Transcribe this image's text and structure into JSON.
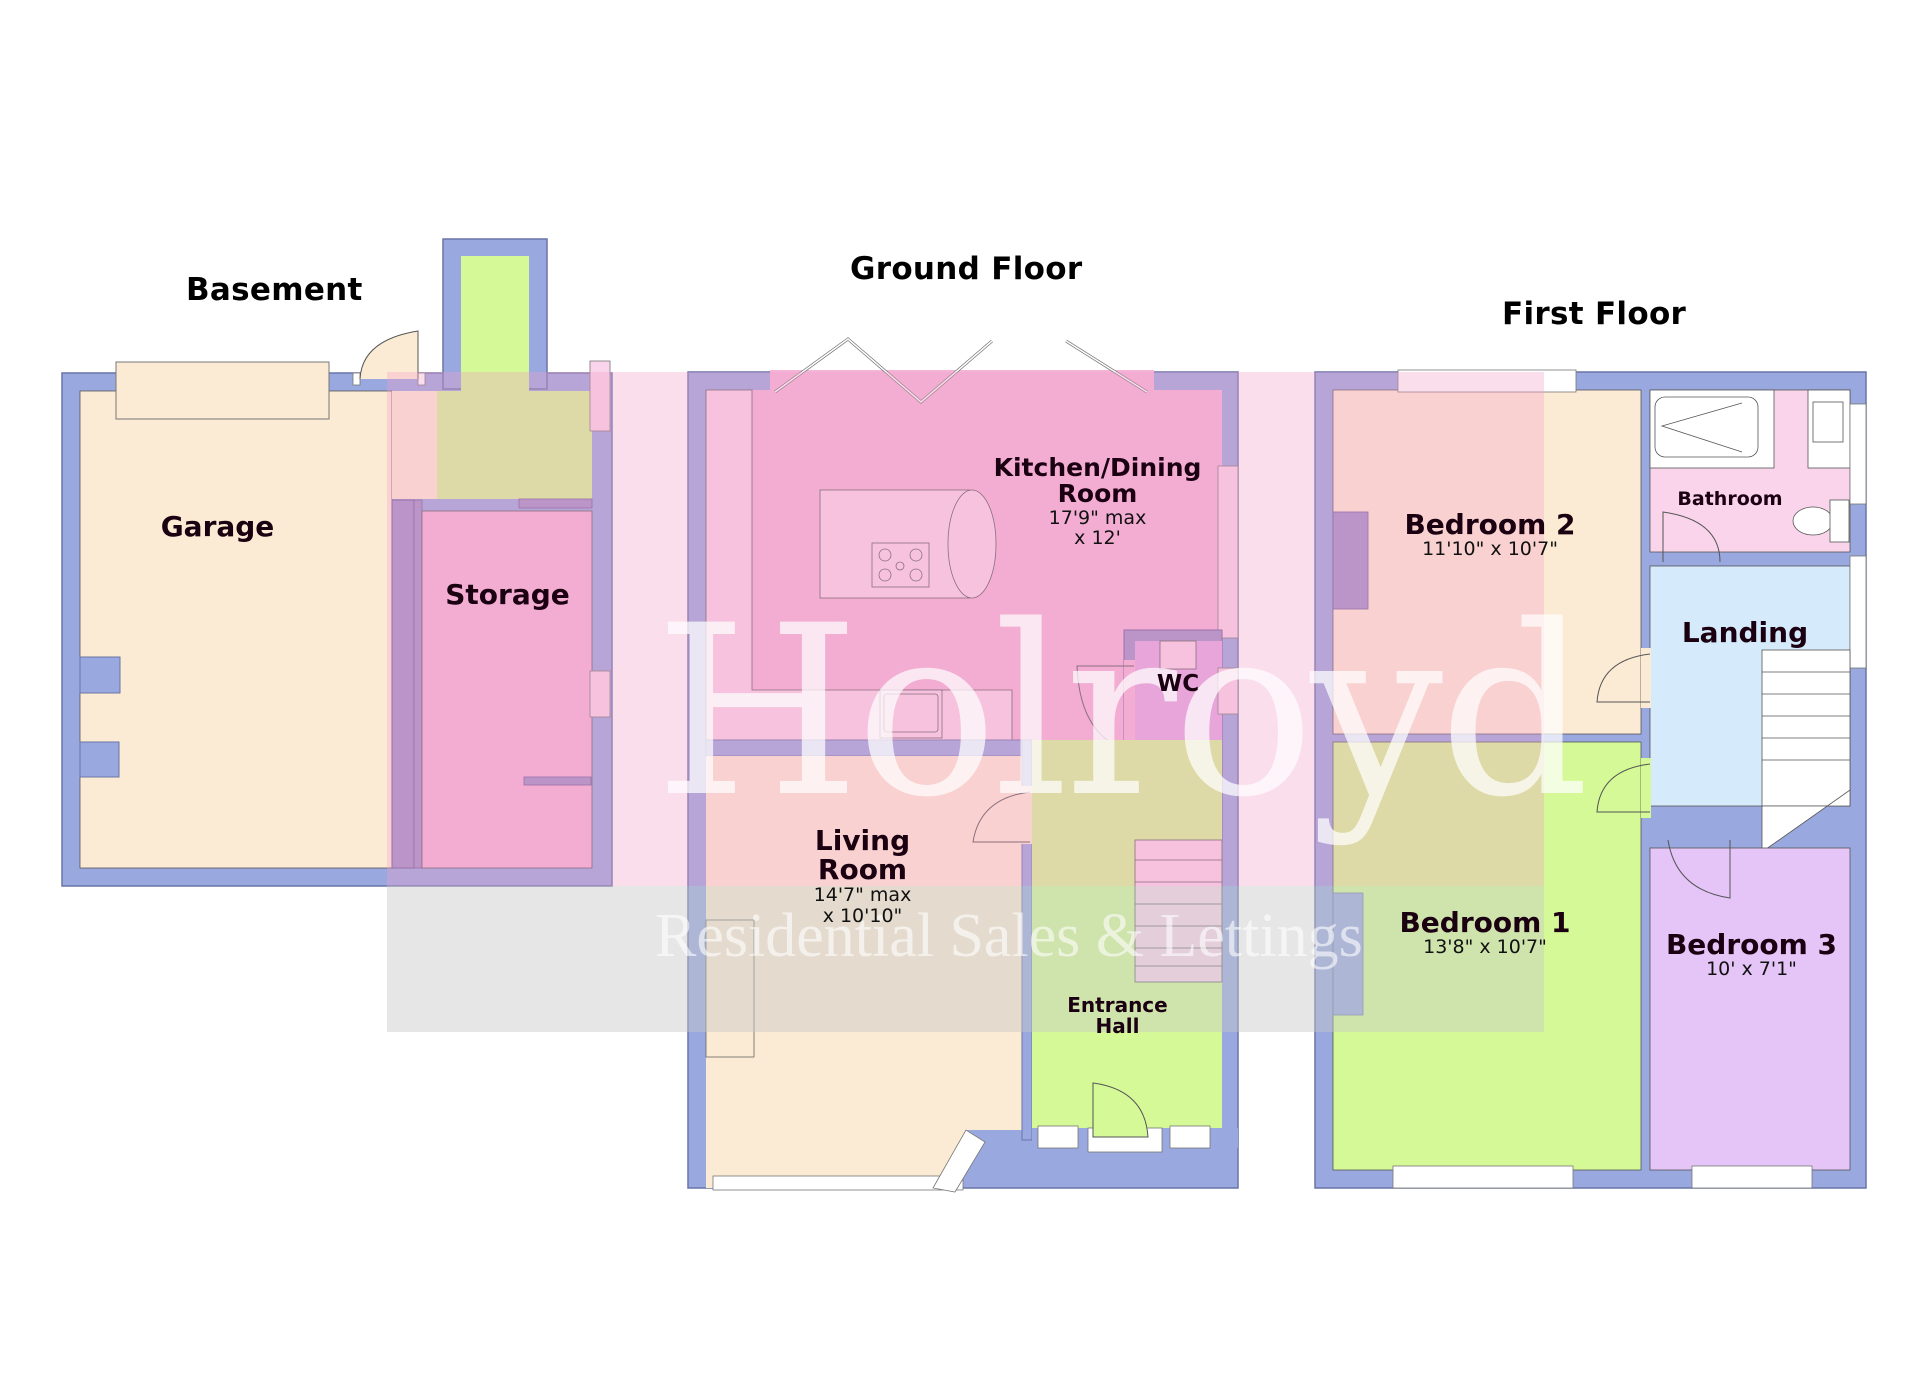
{
  "floors": {
    "basement": {
      "title": "Basement"
    },
    "ground": {
      "title": "Ground Floor"
    },
    "first": {
      "title": "First Floor"
    }
  },
  "rooms": {
    "garage": {
      "name": "Garage"
    },
    "storage": {
      "name": "Storage"
    },
    "kitchen": {
      "name_line1": "Kitchen/Dining",
      "name_line2": "Room",
      "dim_line1": "17'9\" max",
      "dim_line2": "x 12'"
    },
    "wc": {
      "name": "WC"
    },
    "living": {
      "name_line1": "Living",
      "name_line2": "Room",
      "dim_line1": "14'7\" max",
      "dim_line2": "x 10'10\""
    },
    "entrance": {
      "name_line1": "Entrance",
      "name_line2": "Hall"
    },
    "bedroom2": {
      "name": "Bedroom 2",
      "dim": "11'10\" x 10'7\""
    },
    "bathroom": {
      "name": "Bathroom"
    },
    "landing": {
      "name": "Landing"
    },
    "bedroom1": {
      "name": "Bedroom 1",
      "dim": "13'8\" x 10'7\""
    },
    "bedroom3": {
      "name": "Bedroom 3",
      "dim": "10' x 7'1\""
    }
  },
  "watermark": {
    "brand": "Holroyd",
    "tagline": "Residential Sales & Lettings"
  },
  "colors": {
    "wall": "#9aa8e0",
    "wall_dark": "#a090c8",
    "peach": "#fcebd4",
    "pink": "#f5b3d8",
    "light_pink": "#fad4ea",
    "green": "#d5f996",
    "lavender": "#e5c5f7",
    "light_blue": "#d5eafa",
    "wc_purple": "#e2a8e2"
  }
}
